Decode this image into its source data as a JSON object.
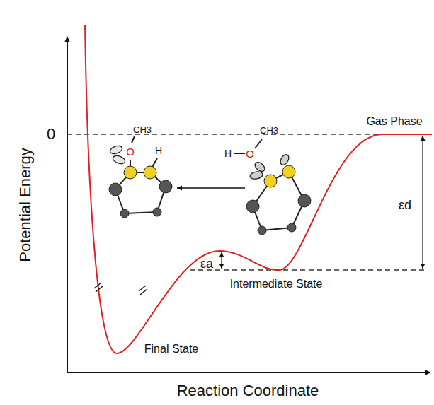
{
  "diagram": {
    "labels": [
      "0",
      "Potential Energy",
      "Gas Phase",
      "εd",
      "CH3",
      "O",
      "H",
      "H",
      "O",
      "CH3",
      "εa",
      "Intermediate State",
      "Final State",
      "Reaction Coordinate"
    ]
  }
}
